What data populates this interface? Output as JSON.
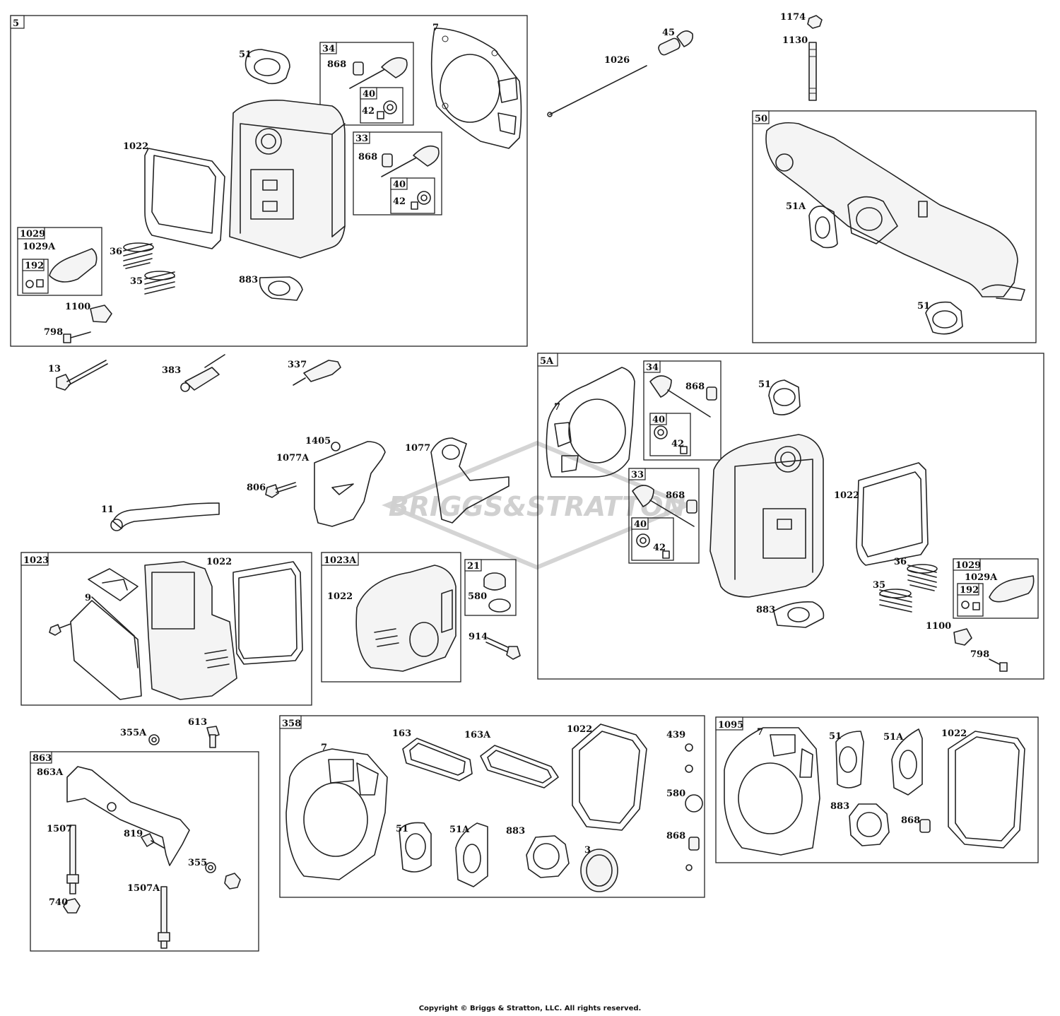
{
  "watermark": "BRIGGS&STRATTON",
  "copyright": "Copyright © Briggs & Stratton, LLC. All rights reserved.",
  "kit_tags": {
    "k5": "5",
    "k34a": "34",
    "k40a": "40",
    "k33a": "33",
    "k40b": "40",
    "k1029a": "1029",
    "k192a": "192",
    "k50": "50",
    "k5A": "5A",
    "k34b": "34",
    "k40c": "40",
    "k33b": "33",
    "k40d": "40",
    "k1029b": "1029",
    "k192b": "192",
    "k1023": "1023",
    "k1023A": "1023A",
    "k21": "21",
    "k863": "863",
    "k358": "358",
    "k1095": "1095"
  },
  "labels": {
    "l51a": "51",
    "l868a": "868",
    "l42a": "42",
    "l7a": "7",
    "l1022a": "1022",
    "l868b": "868",
    "l42b": "42",
    "l1029Aa": "1029A",
    "l36a": "36",
    "l35a": "35",
    "l883a": "883",
    "l1100a": "1100",
    "l798a": "798",
    "l1026": "1026",
    "l45": "45",
    "l1174": "1174",
    "l1130": "1130",
    "l51Ab": "51A",
    "l51b": "51",
    "l13": "13",
    "l383": "383",
    "l337": "337",
    "l1405": "1405",
    "l1077A": "1077A",
    "l1077": "1077",
    "l806": "806",
    "l11": "11",
    "l7b": "7",
    "l868c": "868",
    "l42c": "42",
    "l51c": "51",
    "l868d": "868",
    "l42d": "42",
    "l1022b": "1022",
    "l36b": "36",
    "l35b": "35",
    "l1029Ab": "1029A",
    "l883b": "883",
    "l1100b": "1100",
    "l798b": "798",
    "l9": "9",
    "l1022c": "1022",
    "l1022d": "1022",
    "l580a": "580",
    "l914": "914",
    "l355A": "355A",
    "l613": "613",
    "l863A": "863A",
    "l1507": "1507",
    "l819": "819",
    "l355": "355",
    "l740": "740",
    "l1507A": "1507A",
    "l7c": "7",
    "l163": "163",
    "l163A": "163A",
    "l1022e": "1022",
    "l439": "439",
    "l580b": "580",
    "l868e": "868",
    "l51d": "51",
    "l51Ad": "51A",
    "l883c": "883",
    "l3": "3",
    "l7d": "7",
    "l51e": "51",
    "l51Ae": "51A",
    "l1022f": "1022",
    "l883d": "883",
    "l868f": "868"
  }
}
